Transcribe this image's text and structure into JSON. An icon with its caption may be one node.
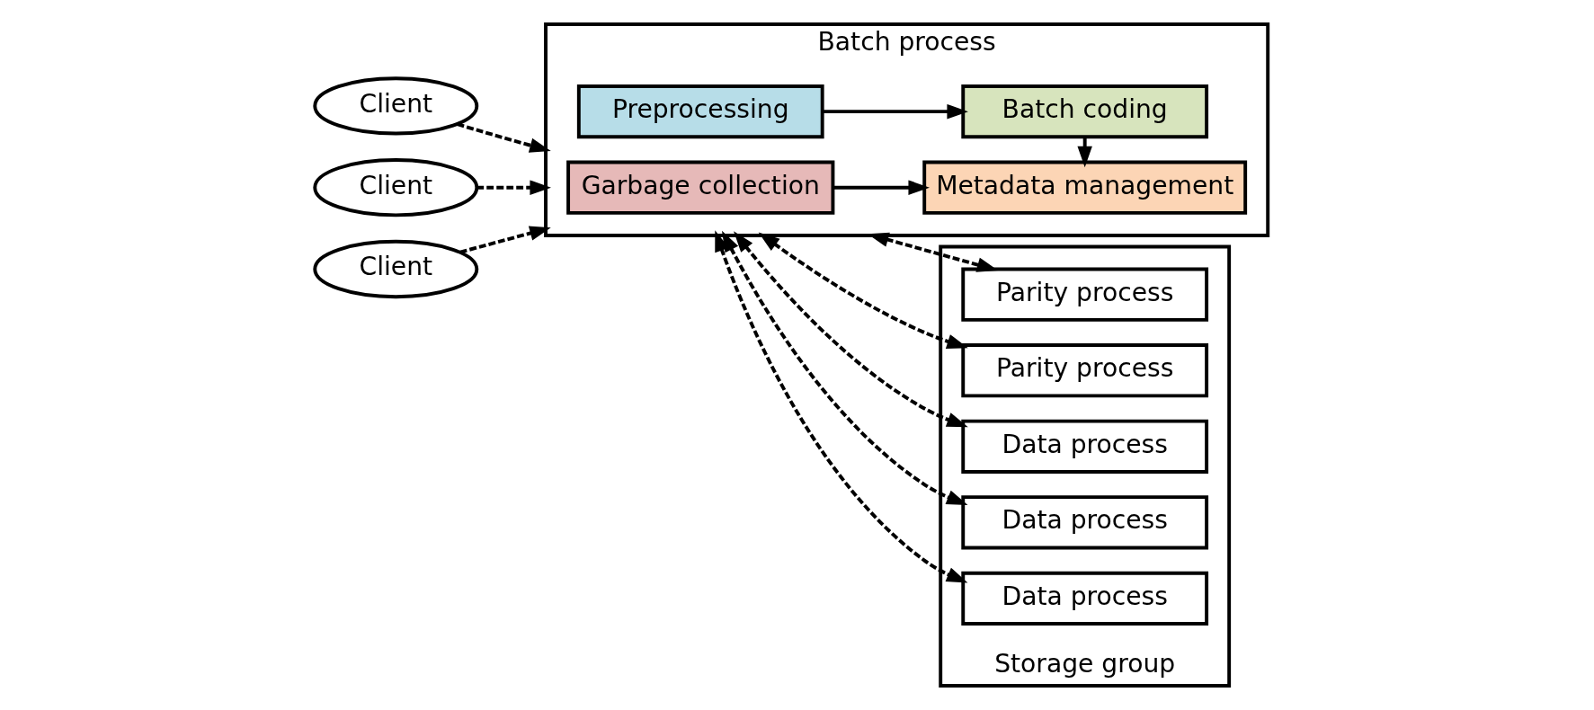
{
  "diagram": {
    "nodes": [
      {
        "text": [
          "Client"
        ]
      },
      {
        "text": [
          "Client"
        ]
      },
      {
        "text": [
          "Client"
        ]
      },
      {
        "text": [
          "Batch process"
        ]
      },
      {
        "text": [
          "Preprocessing"
        ],
        "in": 3
      },
      {
        "text": [
          "Batch coding"
        ],
        "in": 3
      },
      {
        "text": [
          "Garbage collection"
        ],
        "in": 3
      },
      {
        "text": [
          "Metadata management"
        ],
        "in": 3
      },
      {
        "text": [
          "Storage group"
        ]
      },
      {
        "text": [
          "Data process"
        ],
        "in": 8
      },
      {
        "text": [
          "Data process"
        ],
        "in": 8
      },
      {
        "text": [
          "Data process"
        ],
        "in": 8
      },
      {
        "text": [
          "Parity process"
        ],
        "in": 8
      },
      {
        "text": [
          "Parity process"
        ],
        "in": 8
      }
    ],
    "edges": [
      {
        "from": 0,
        "to": 3,
        "arrow": "to",
        "style": "dashed"
      },
      {
        "from": 1,
        "to": 3,
        "arrow": "to",
        "style": "dashed"
      },
      {
        "from": 2,
        "to": 3,
        "arrow": "to",
        "style": "dashed"
      },
      {
        "from": 4,
        "to": 5,
        "arrow": "to"
      },
      {
        "from": 5,
        "to": 7,
        "arrow": "to"
      },
      {
        "from": 6,
        "to": 7,
        "arrow": "to"
      },
      {
        "from": 3,
        "to": 9,
        "arrow": "both",
        "style": "dashed"
      },
      {
        "from": 3,
        "to": 10,
        "arrow": "both",
        "style": "dashed"
      },
      {
        "from": 3,
        "to": 11,
        "arrow": "both",
        "style": "dashed"
      },
      {
        "from": 3,
        "to": 12,
        "arrow": "both",
        "style": "dashed"
      },
      {
        "from": 3,
        "to": 13,
        "arrow": "both",
        "style": "dashed"
      }
    ]
  }
}
